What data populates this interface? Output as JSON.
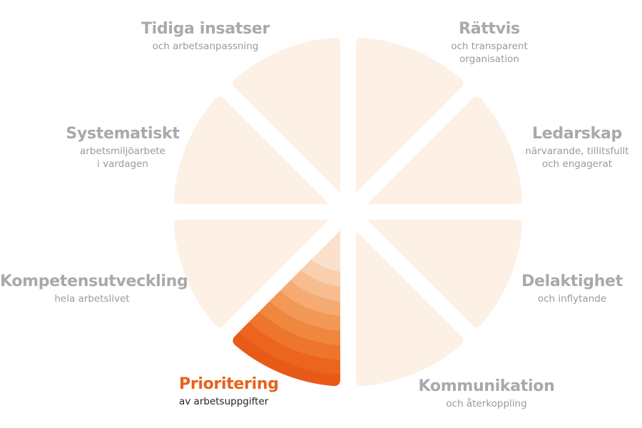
{
  "segments": [
    {
      "title": "Tidiga insatser",
      "sub": [
        "och arbetsanpassning"
      ],
      "active": false
    },
    {
      "title": "Rättvis",
      "sub": [
        "och transparent",
        "organisation"
      ],
      "active": false
    },
    {
      "title": "Ledarskap",
      "sub": [
        "närvarande, tillitsfullt",
        "och engagerat"
      ],
      "active": false
    },
    {
      "title": "Delaktighet",
      "sub": [
        "och inflytande"
      ],
      "active": false
    },
    {
      "title": "Kommunikation",
      "sub": [
        "och återkoppling"
      ],
      "active": false
    },
    {
      "title": "Prioritering",
      "sub": [
        "av arbetsuppgifter"
      ],
      "active": true
    },
    {
      "title": "Kompetensutveckling",
      "sub": [
        "hela arbetslivet"
      ],
      "active": false
    },
    {
      "title": "Systematiskt",
      "sub": [
        "arbetsmiljöarbete",
        "i vardagen"
      ],
      "active": false
    }
  ],
  "colors": {
    "inactive_fill": "#fdf0e4",
    "active_gradient": [
      "#fbe1cc",
      "#f9cfae",
      "#f7bd90",
      "#f5ab73",
      "#f29957",
      "#f0873f",
      "#ed752d",
      "#eb651f",
      "#e85a17"
    ],
    "active_title": "#e8621a",
    "inactive_title": "#a9a9a9"
  }
}
